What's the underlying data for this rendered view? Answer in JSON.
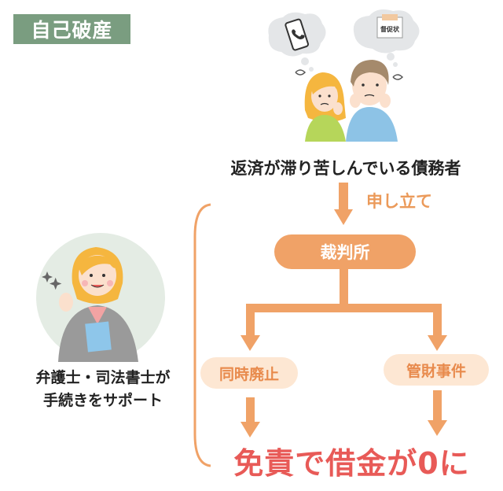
{
  "title": "自己破産",
  "debtor_label": "返済が滞り苦しんでいる債務者",
  "step_label": "申し立て",
  "court_label": "裁判所",
  "branches": [
    {
      "label": "同時廃止"
    },
    {
      "label": "管財事件"
    }
  ],
  "support_label_line1": "弁護士・司法書士が",
  "support_label_line2": "手続きをサポート",
  "result_label": "免責で借金が0に",
  "bubble_letter_text": "督促状",
  "colors": {
    "badge": "#7a9d80",
    "arrow": "#f0a267",
    "court_pill": "#f0a267",
    "branch_pill": "#fde7d3",
    "branch_text": "#e88a4c",
    "result_text": "#e85a57"
  }
}
